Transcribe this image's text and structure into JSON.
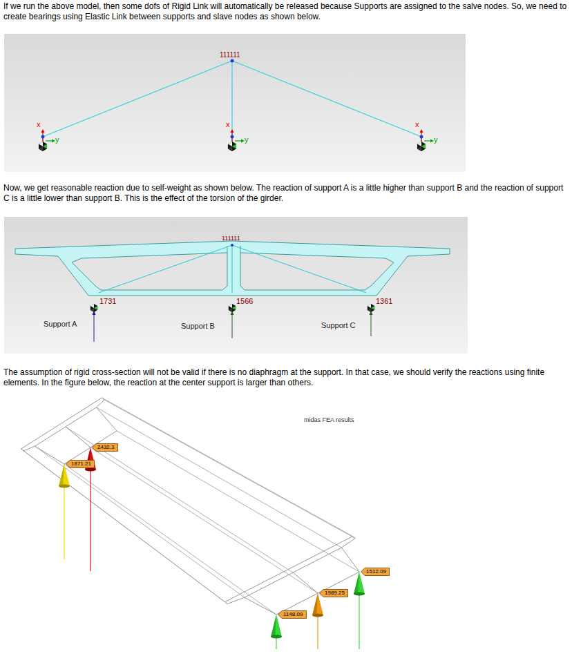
{
  "diagram": {
    "nodes": [
      {
        "text": [
          "2432.3"
        ]
      },
      {
        "text": [
          "1871.21"
        ]
      },
      {
        "text": [
          "1512.09"
        ]
      },
      {
        "text": [
          "1989.25"
        ]
      },
      {
        "text": [
          "1148.09"
        ]
      }
    ],
    "labels": [
      "If we run the above model, then some dofs of Rigid Link will automatically be released because Supports are assigned to the salve nodes. So, we need to create bearings using Elastic Link between supports and slave nodes as shown below.",
      "111111",
      "x",
      "y",
      "x",
      "y",
      "x",
      "y",
      "Now, we get reasonable reaction due to self-weight as shown below. The reaction of support A is a little higher than support B and the reaction of support C is a little lower than support B. This is the effect of the torsion of the girder.",
      "111111",
      "1731",
      "1566",
      "1361",
      "Support A",
      "Support B",
      "Support C",
      "The assumption of rigid cross-section will not be valid if there is no diaphragm at the support. In that case, we should verify the reactions using finite elements. In the figure below, the reaction at the center support is larger than others.",
      "midas FEA results"
    ]
  }
}
